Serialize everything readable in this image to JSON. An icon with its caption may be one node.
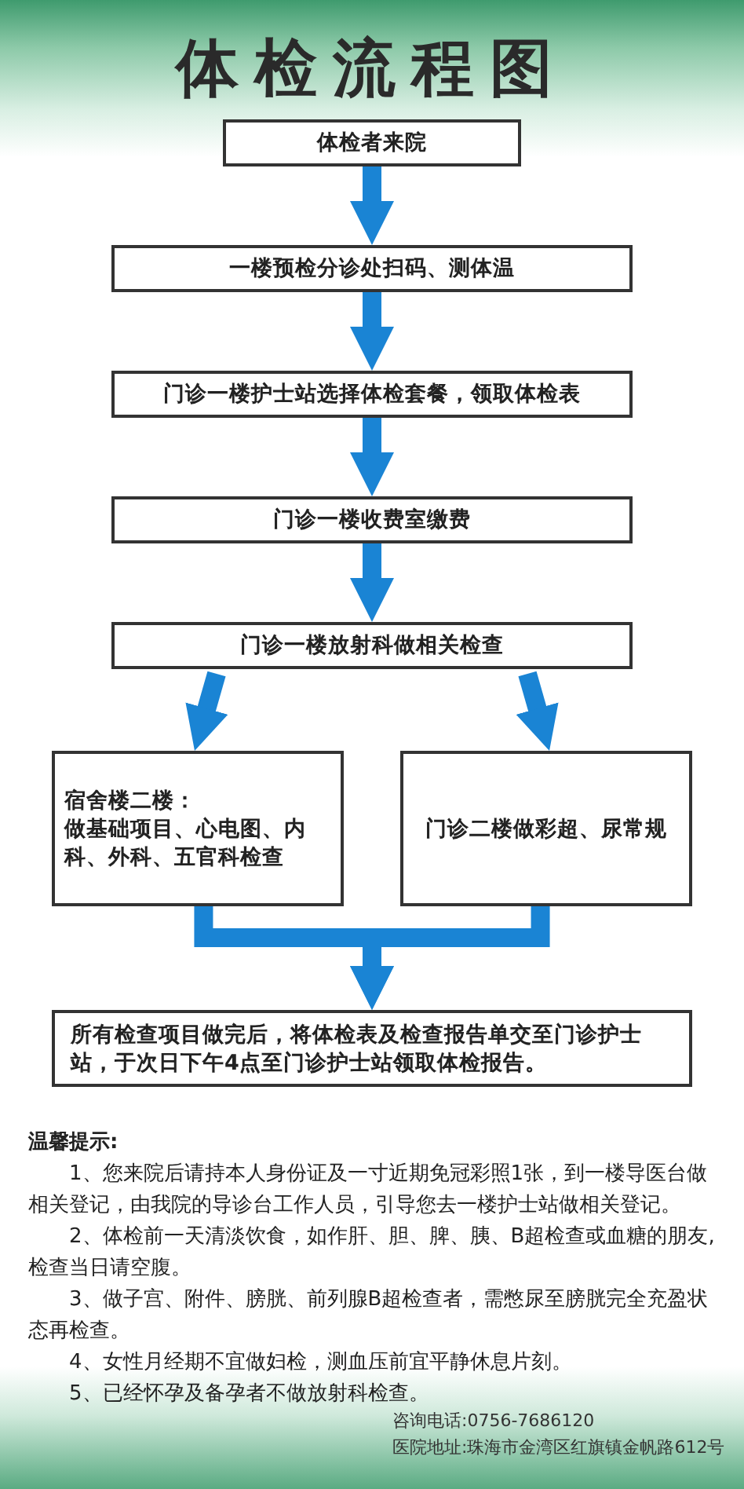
{
  "diagram": {
    "title": "体检流程图",
    "nodes": [
      {
        "text": [
          "体检者来院"
        ]
      },
      {
        "text": [
          "一楼预检分诊处扫码、测体温"
        ]
      },
      {
        "text": [
          "门诊一楼护士站选择体检套餐，领取体检表"
        ]
      },
      {
        "text": [
          "门诊一楼收费室缴费"
        ]
      },
      {
        "text": [
          "门诊一楼放射科做相关检查"
        ]
      },
      {
        "text": [
          "宿舍楼二楼：",
          "做基础项目、心电图、内科、外科、五官科检查"
        ]
      },
      {
        "text": [
          "门诊二楼做彩超、尿常规"
        ]
      },
      {
        "text": [
          "所有检查项目做完后，将体检表及检查报告单交至门诊护士站，于次日下午4点至门诊护士站领取体检报告。"
        ]
      }
    ],
    "edges": [
      {
        "from": 0,
        "to": 1,
        "arrow": "to"
      },
      {
        "from": 1,
        "to": 2,
        "arrow": "to"
      },
      {
        "from": 2,
        "to": 3,
        "arrow": "to"
      },
      {
        "from": 3,
        "to": 4,
        "arrow": "to"
      },
      {
        "from": 4,
        "to": 5,
        "arrow": "to"
      },
      {
        "from": 4,
        "to": 6,
        "arrow": "to"
      },
      {
        "from": 5,
        "to": 7,
        "arrow": "to"
      },
      {
        "from": 6,
        "to": 7,
        "arrow": "to"
      }
    ],
    "labels": [
      "温馨提示:",
      "1、您来院后请持本人身份证及一寸近期免冠彩照1张，到一楼导医台做相关登记，由我院的导诊台工作人员，引导您去一楼护士站做相关登记。",
      "2、体检前一天清淡饮食，如作肝、胆、脾、胰、B超检查或血糖的朋友,检查当日请空腹。",
      "3、做子宫、附件、膀胱、前列腺B超检查者，需憋尿至膀胱完全充盈状态再检查。",
      "4、女性月经期不宜做妇检，测血压前宜平静休息片刻。",
      "5、已经怀孕及备孕者不做放射科检查。",
      "咨询电话:0756-7686120",
      "医院地址:珠海市金湾区红旗镇金帆路612号"
    ]
  }
}
